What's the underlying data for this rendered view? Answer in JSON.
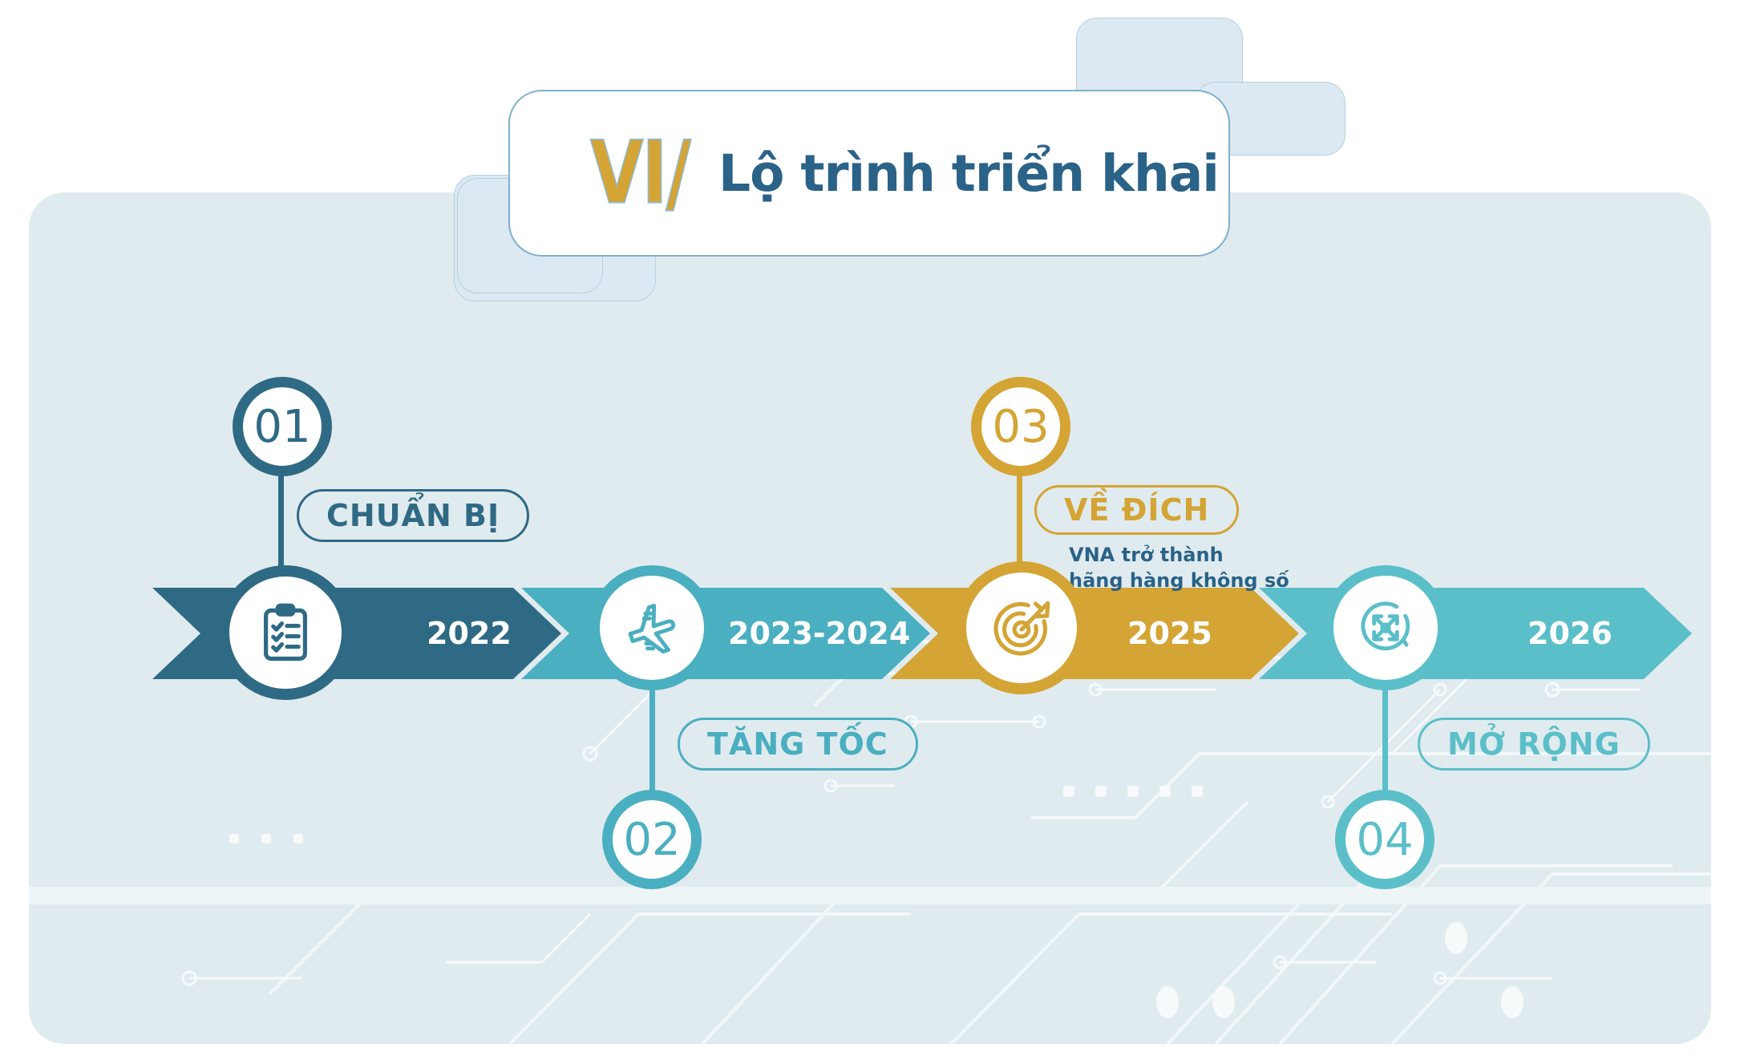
{
  "header": {
    "prefix": "VI/",
    "title": "Lộ trình triển khai"
  },
  "colors": {
    "page_background": "#ffffff",
    "panel_background": "#e0ebef",
    "dark_teal": "#2f6a85",
    "mid_teal": "#4aafc0",
    "gold": "#d4a434",
    "light_teal": "#5bbfc9",
    "title_blue": "#2a6288",
    "deco_block": "#dce9f2"
  },
  "timeline": {
    "steps": [
      {
        "number": "01",
        "label": "CHUẨN BỊ",
        "year": "2022",
        "icon": "clipboard-checklist-icon",
        "color": "#2f6a85",
        "number_position": "above",
        "subtitle": ""
      },
      {
        "number": "02",
        "label": "TĂNG TỐC",
        "year": "2023-2024",
        "icon": "airplane-icon",
        "color": "#4aafc0",
        "number_position": "below",
        "subtitle": ""
      },
      {
        "number": "03",
        "label": "VỀ ĐÍCH",
        "year": "2025",
        "icon": "target-arrow-icon",
        "color": "#d4a434",
        "number_position": "above",
        "subtitle": "VNA trở thành\nhãng hàng không số"
      },
      {
        "number": "04",
        "label": "MỞ RỘNG",
        "year": "2026",
        "icon": "expand-arrows-icon",
        "color": "#5bbfc9",
        "number_position": "below",
        "subtitle": ""
      }
    ]
  }
}
